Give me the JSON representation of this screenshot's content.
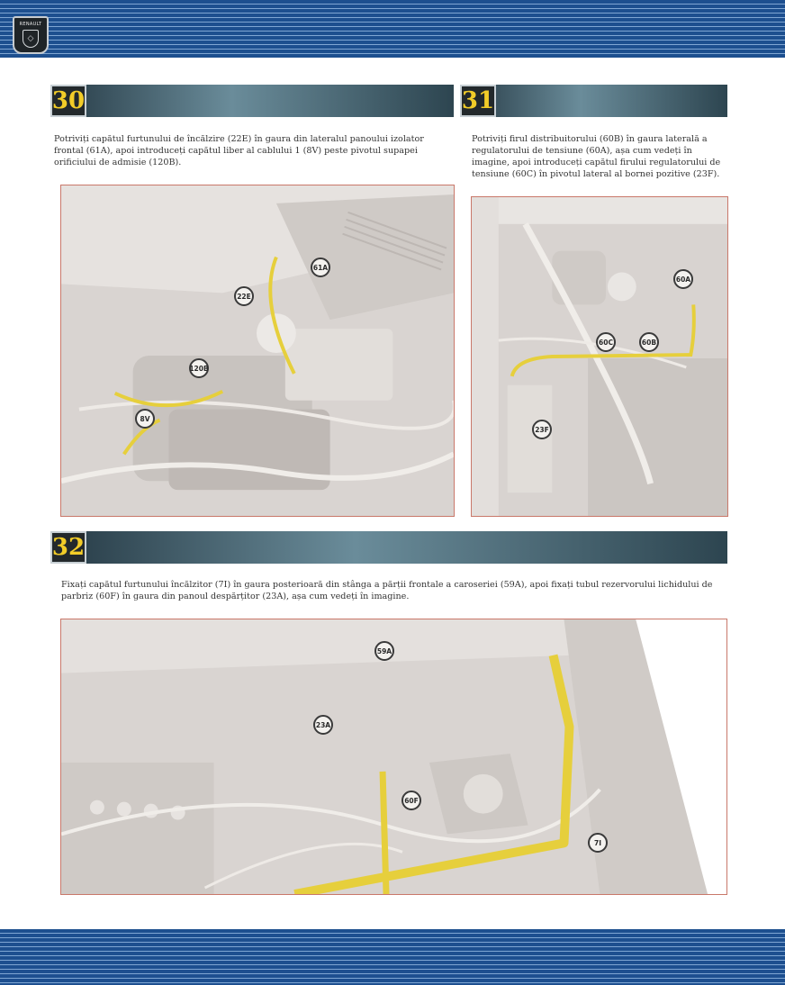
{
  "header": {
    "logo_text": "RENAULT",
    "logo_icon": "diamond-emblem-icon"
  },
  "steps": [
    {
      "number": "30",
      "text": "Potriviți capătul furtunului de încălzire (22E) în gaura din lateralul panoului izolator frontal (61A), apoi introduceți capătul liber al cablului 1 (8V) peste pivotul supapei orificiului de admisie (120B).",
      "callouts": [
        "61A",
        "22E",
        "120B",
        "8V"
      ]
    },
    {
      "number": "31",
      "text": "Potriviți firul distribuitorului (60B) în gaura laterală a regulatorului de tensiune (60A), așa cum vedeți în imagine, apoi introduceți capătul firului regulatorului de tensiune (60C) în pivotul lateral al bornei pozitive (23F).",
      "callouts": [
        "60A",
        "60C",
        "60B",
        "23F"
      ]
    },
    {
      "number": "32",
      "text": "Fixați capătul furtunului încălzitor (7I) în gaura posterioară din stânga a părții frontale a caroseriei (59A), apoi fixați tubul rezervorului lichidului de parbriz (60F) în gaura din panoul despărțitor (23A), așa cum vedeți în imagine.",
      "callouts": [
        "59A",
        "23A",
        "60F",
        "7I"
      ]
    }
  ],
  "colors": {
    "header_blue": "#1d4f8f",
    "step_number_yellow": "#f2cc28",
    "highlight_cable": "#e6cf3c",
    "panel_border": "#c9786a"
  }
}
